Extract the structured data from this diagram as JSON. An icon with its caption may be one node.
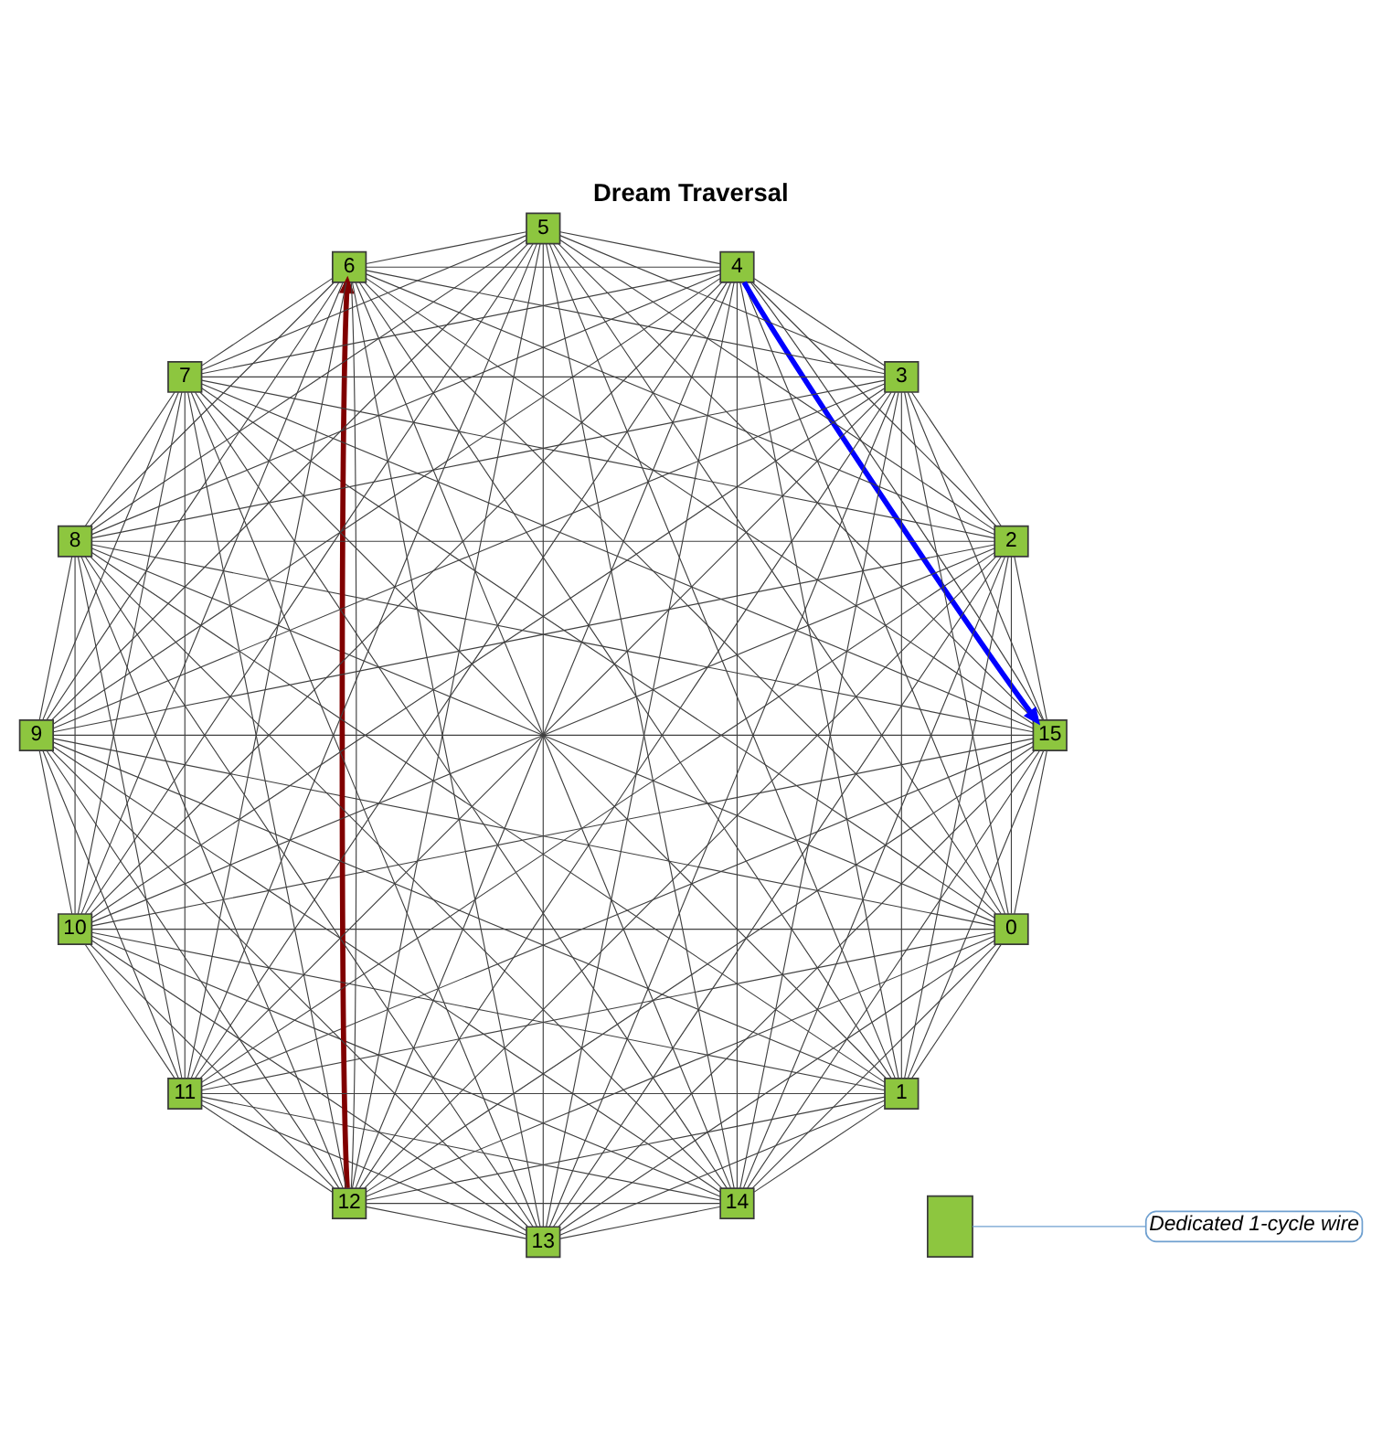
{
  "diagram": {
    "title": "Dream Traversal",
    "nodes": [
      {
        "text": [],
        "shape": "box"
      },
      {
        "text": [
          "Dedicated 1-cycle wire"
        ]
      },
      {
        "text": [
          "3"
        ]
      },
      {
        "text": [
          "4"
        ]
      },
      {
        "text": [
          "2"
        ]
      },
      {
        "text": [
          "5"
        ]
      },
      {
        "text": [
          "1"
        ]
      },
      {
        "text": [
          "6"
        ]
      },
      {
        "text": [
          "0"
        ]
      },
      {
        "text": [
          "7"
        ]
      },
      {
        "text": [
          "15"
        ]
      },
      {
        "text": [
          "8"
        ]
      },
      {
        "text": [
          "14"
        ]
      },
      {
        "text": [
          "9"
        ]
      },
      {
        "text": [
          "13"
        ]
      },
      {
        "text": [
          "10"
        ]
      },
      {
        "text": [
          "12"
        ]
      },
      {
        "text": [
          "11"
        ]
      }
    ],
    "edges": [
      {
        "from": 1,
        "to": 0,
        "arrow": "none",
        "color": "#6fa0d0"
      },
      {
        "from": 2,
        "to": 3,
        "arrow": "none"
      },
      {
        "from": 2,
        "to": 4,
        "arrow": "none"
      },
      {
        "from": 2,
        "to": 5,
        "arrow": "none"
      },
      {
        "from": 2,
        "to": 6,
        "arrow": "none"
      },
      {
        "from": 2,
        "to": 7,
        "arrow": "none"
      },
      {
        "from": 2,
        "to": 8,
        "arrow": "none"
      },
      {
        "from": 2,
        "to": 9,
        "arrow": "none"
      },
      {
        "from": 2,
        "to": 10,
        "arrow": "none"
      },
      {
        "from": 2,
        "to": 11,
        "arrow": "none"
      },
      {
        "from": 2,
        "to": 12,
        "arrow": "none"
      },
      {
        "from": 2,
        "to": 13,
        "arrow": "none"
      },
      {
        "from": 2,
        "to": 14,
        "arrow": "none"
      },
      {
        "from": 2,
        "to": 15,
        "arrow": "none"
      },
      {
        "from": 2,
        "to": 16,
        "arrow": "none"
      },
      {
        "from": 2,
        "to": 17,
        "arrow": "none"
      },
      {
        "from": 3,
        "to": 4,
        "arrow": "none"
      },
      {
        "from": 3,
        "to": 5,
        "arrow": "none"
      },
      {
        "from": 3,
        "to": 6,
        "arrow": "none"
      },
      {
        "from": 3,
        "to": 7,
        "arrow": "none"
      },
      {
        "from": 3,
        "to": 8,
        "arrow": "none"
      },
      {
        "from": 3,
        "to": 9,
        "arrow": "none"
      },
      {
        "from": 3,
        "to": 10,
        "arrow": "none"
      },
      {
        "from": 3,
        "to": 11,
        "arrow": "none"
      },
      {
        "from": 3,
        "to": 12,
        "arrow": "none"
      },
      {
        "from": 3,
        "to": 13,
        "arrow": "none"
      },
      {
        "from": 3,
        "to": 14,
        "arrow": "none"
      },
      {
        "from": 3,
        "to": 15,
        "arrow": "none"
      },
      {
        "from": 3,
        "to": 16,
        "arrow": "none"
      },
      {
        "from": 3,
        "to": 17,
        "arrow": "none"
      },
      {
        "from": 4,
        "to": 5,
        "arrow": "none"
      },
      {
        "from": 4,
        "to": 6,
        "arrow": "none"
      },
      {
        "from": 4,
        "to": 7,
        "arrow": "none"
      },
      {
        "from": 4,
        "to": 8,
        "arrow": "none"
      },
      {
        "from": 4,
        "to": 9,
        "arrow": "none"
      },
      {
        "from": 4,
        "to": 10,
        "arrow": "none"
      },
      {
        "from": 4,
        "to": 11,
        "arrow": "none"
      },
      {
        "from": 4,
        "to": 12,
        "arrow": "none"
      },
      {
        "from": 4,
        "to": 13,
        "arrow": "none"
      },
      {
        "from": 4,
        "to": 14,
        "arrow": "none"
      },
      {
        "from": 4,
        "to": 15,
        "arrow": "none"
      },
      {
        "from": 4,
        "to": 16,
        "arrow": "none"
      },
      {
        "from": 4,
        "to": 17,
        "arrow": "none"
      },
      {
        "from": 5,
        "to": 6,
        "arrow": "none"
      },
      {
        "from": 5,
        "to": 7,
        "arrow": "none"
      },
      {
        "from": 5,
        "to": 8,
        "arrow": "none"
      },
      {
        "from": 5,
        "to": 9,
        "arrow": "none"
      },
      {
        "from": 5,
        "to": 10,
        "arrow": "none"
      },
      {
        "from": 5,
        "to": 11,
        "arrow": "none"
      },
      {
        "from": 5,
        "to": 12,
        "arrow": "none"
      },
      {
        "from": 5,
        "to": 13,
        "arrow": "none"
      },
      {
        "from": 5,
        "to": 14,
        "arrow": "none"
      },
      {
        "from": 5,
        "to": 15,
        "arrow": "none"
      },
      {
        "from": 5,
        "to": 16,
        "arrow": "none"
      },
      {
        "from": 5,
        "to": 17,
        "arrow": "none"
      },
      {
        "from": 6,
        "to": 7,
        "arrow": "none"
      },
      {
        "from": 6,
        "to": 8,
        "arrow": "none"
      },
      {
        "from": 6,
        "to": 9,
        "arrow": "none"
      },
      {
        "from": 6,
        "to": 10,
        "arrow": "none"
      },
      {
        "from": 6,
        "to": 11,
        "arrow": "none"
      },
      {
        "from": 6,
        "to": 12,
        "arrow": "none"
      },
      {
        "from": 6,
        "to": 13,
        "arrow": "none"
      },
      {
        "from": 6,
        "to": 14,
        "arrow": "none"
      },
      {
        "from": 6,
        "to": 15,
        "arrow": "none"
      },
      {
        "from": 6,
        "to": 16,
        "arrow": "none"
      },
      {
        "from": 6,
        "to": 17,
        "arrow": "none"
      },
      {
        "from": 7,
        "to": 8,
        "arrow": "none"
      },
      {
        "from": 7,
        "to": 9,
        "arrow": "none"
      },
      {
        "from": 7,
        "to": 10,
        "arrow": "none"
      },
      {
        "from": 7,
        "to": 11,
        "arrow": "none"
      },
      {
        "from": 7,
        "to": 12,
        "arrow": "none"
      },
      {
        "from": 7,
        "to": 13,
        "arrow": "none"
      },
      {
        "from": 7,
        "to": 14,
        "arrow": "none"
      },
      {
        "from": 7,
        "to": 15,
        "arrow": "none"
      },
      {
        "from": 7,
        "to": 16,
        "arrow": "none"
      },
      {
        "from": 7,
        "to": 17,
        "arrow": "none"
      },
      {
        "from": 8,
        "to": 9,
        "arrow": "none"
      },
      {
        "from": 8,
        "to": 10,
        "arrow": "none"
      },
      {
        "from": 8,
        "to": 11,
        "arrow": "none"
      },
      {
        "from": 8,
        "to": 12,
        "arrow": "none"
      },
      {
        "from": 8,
        "to": 13,
        "arrow": "none"
      },
      {
        "from": 8,
        "to": 14,
        "arrow": "none"
      },
      {
        "from": 8,
        "to": 15,
        "arrow": "none"
      },
      {
        "from": 8,
        "to": 16,
        "arrow": "none"
      },
      {
        "from": 8,
        "to": 17,
        "arrow": "none"
      },
      {
        "from": 9,
        "to": 10,
        "arrow": "none"
      },
      {
        "from": 9,
        "to": 11,
        "arrow": "none"
      },
      {
        "from": 9,
        "to": 12,
        "arrow": "none"
      },
      {
        "from": 9,
        "to": 13,
        "arrow": "none"
      },
      {
        "from": 9,
        "to": 14,
        "arrow": "none"
      },
      {
        "from": 9,
        "to": 15,
        "arrow": "none"
      },
      {
        "from": 9,
        "to": 16,
        "arrow": "none"
      },
      {
        "from": 9,
        "to": 17,
        "arrow": "none"
      },
      {
        "from": 10,
        "to": 11,
        "arrow": "none"
      },
      {
        "from": 10,
        "to": 12,
        "arrow": "none"
      },
      {
        "from": 10,
        "to": 13,
        "arrow": "none"
      },
      {
        "from": 10,
        "to": 14,
        "arrow": "none"
      },
      {
        "from": 10,
        "to": 15,
        "arrow": "none"
      },
      {
        "from": 10,
        "to": 16,
        "arrow": "none"
      },
      {
        "from": 10,
        "to": 17,
        "arrow": "none"
      },
      {
        "from": 11,
        "to": 12,
        "arrow": "none"
      },
      {
        "from": 11,
        "to": 13,
        "arrow": "none"
      },
      {
        "from": 11,
        "to": 14,
        "arrow": "none"
      },
      {
        "from": 11,
        "to": 15,
        "arrow": "none"
      },
      {
        "from": 11,
        "to": 16,
        "arrow": "none"
      },
      {
        "from": 11,
        "to": 17,
        "arrow": "none"
      },
      {
        "from": 12,
        "to": 13,
        "arrow": "none"
      },
      {
        "from": 12,
        "to": 14,
        "arrow": "none"
      },
      {
        "from": 12,
        "to": 15,
        "arrow": "none"
      },
      {
        "from": 12,
        "to": 16,
        "arrow": "none"
      },
      {
        "from": 12,
        "to": 17,
        "arrow": "none"
      },
      {
        "from": 13,
        "to": 14,
        "arrow": "none"
      },
      {
        "from": 13,
        "to": 15,
        "arrow": "none"
      },
      {
        "from": 13,
        "to": 16,
        "arrow": "none"
      },
      {
        "from": 13,
        "to": 17,
        "arrow": "none"
      },
      {
        "from": 14,
        "to": 15,
        "arrow": "none"
      },
      {
        "from": 14,
        "to": 16,
        "arrow": "none"
      },
      {
        "from": 14,
        "to": 17,
        "arrow": "none"
      },
      {
        "from": 15,
        "to": 16,
        "arrow": "none"
      },
      {
        "from": 15,
        "to": 17,
        "arrow": "none"
      },
      {
        "from": 16,
        "to": 17,
        "arrow": "none"
      },
      {
        "from": 3,
        "to": 10,
        "arrow": "to",
        "style": "thick",
        "color": "#0000ff"
      },
      {
        "from": 16,
        "to": 7,
        "arrow": "to",
        "style": "thick",
        "color": "#800000"
      }
    ]
  }
}
